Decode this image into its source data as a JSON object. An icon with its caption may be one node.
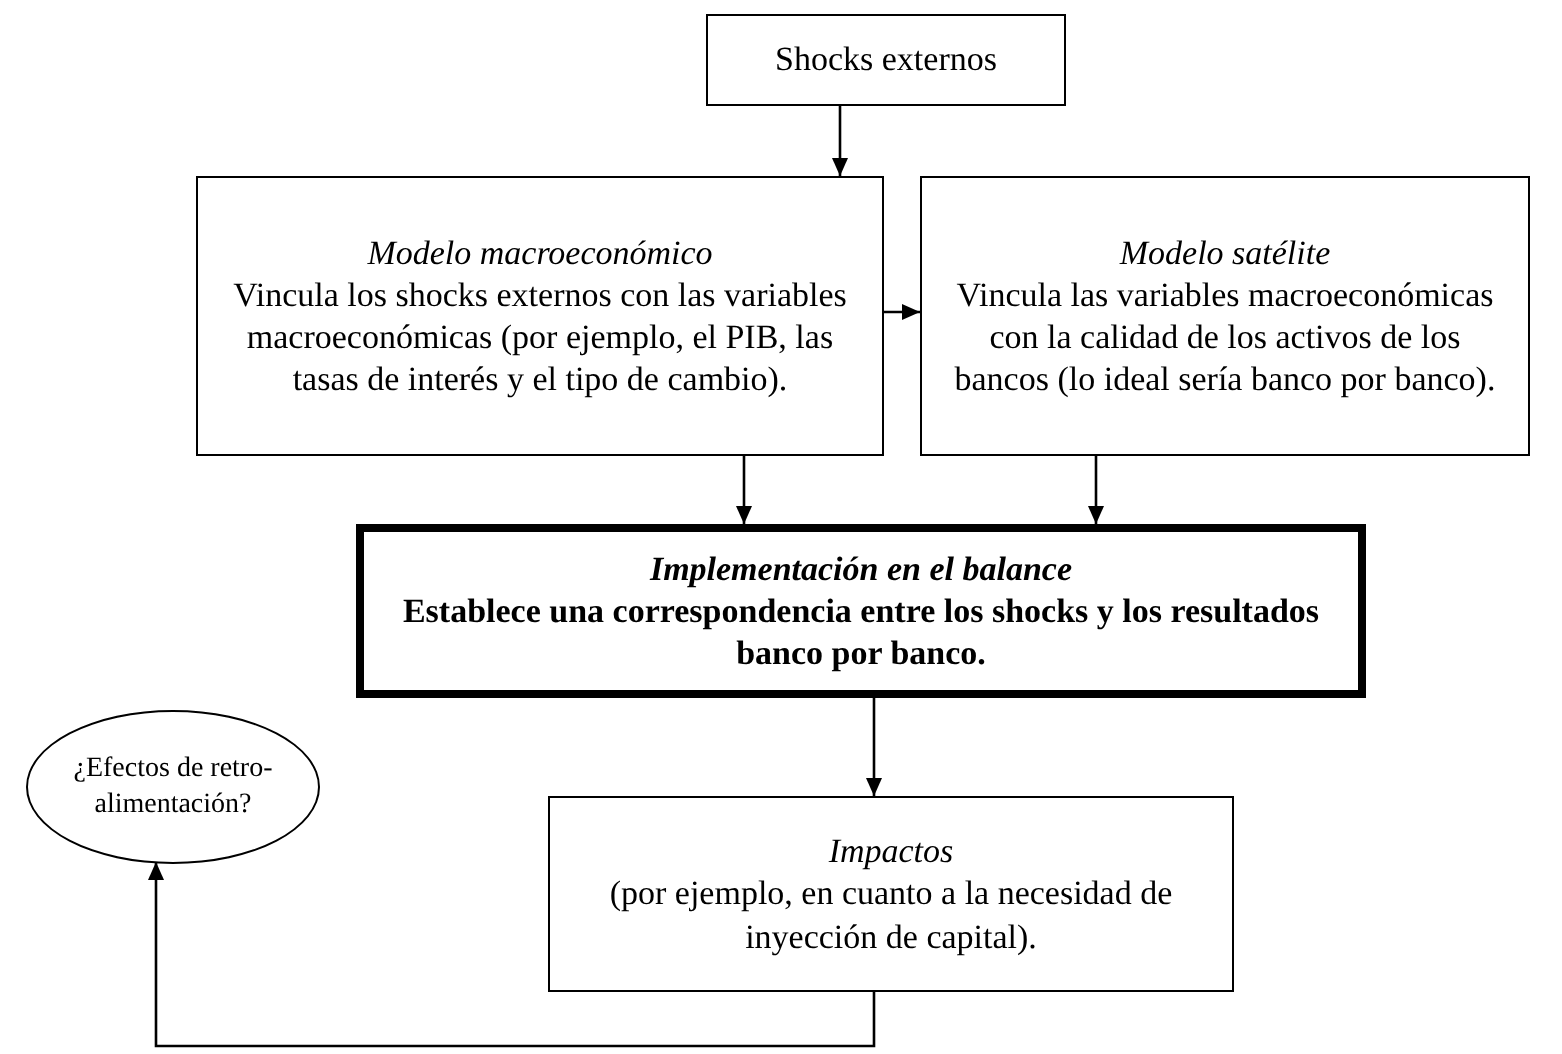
{
  "diagram": {
    "nodes": [
      {
        "text": [
          "Shocks externos"
        ]
      },
      {
        "text": [
          "Modelo macroeconómico",
          "Vincula los shocks externos con las variables macroeconómicas (por ejemplo, el PIB, las tasas de interés y el tipo de cambio)."
        ]
      },
      {
        "text": [
          "Modelo satélite",
          "Vincula las variables macroeconómicas con la calidad de los activos de los bancos (lo ideal sería banco por banco)."
        ]
      },
      {
        "text": [
          "Implementación en el balance",
          "Establece una correspondencia entre los shocks y los resultados banco por banco."
        ]
      },
      {
        "text": [
          "¿Efectos de retro-alimentación?"
        ]
      },
      {
        "text": [
          "Impactos",
          "(por ejemplo, en cuanto a la necesidad de inyección de capital)."
        ]
      }
    ],
    "edges": [
      {
        "from": 0,
        "to": 1,
        "arrow": "to"
      },
      {
        "from": 1,
        "to": 2,
        "arrow": "to"
      },
      {
        "from": 1,
        "to": 3,
        "arrow": "to"
      },
      {
        "from": 2,
        "to": 3,
        "arrow": "to"
      },
      {
        "from": 3,
        "to": 5,
        "arrow": "to"
      },
      {
        "from": 5,
        "to": 4,
        "arrow": "to"
      }
    ]
  }
}
